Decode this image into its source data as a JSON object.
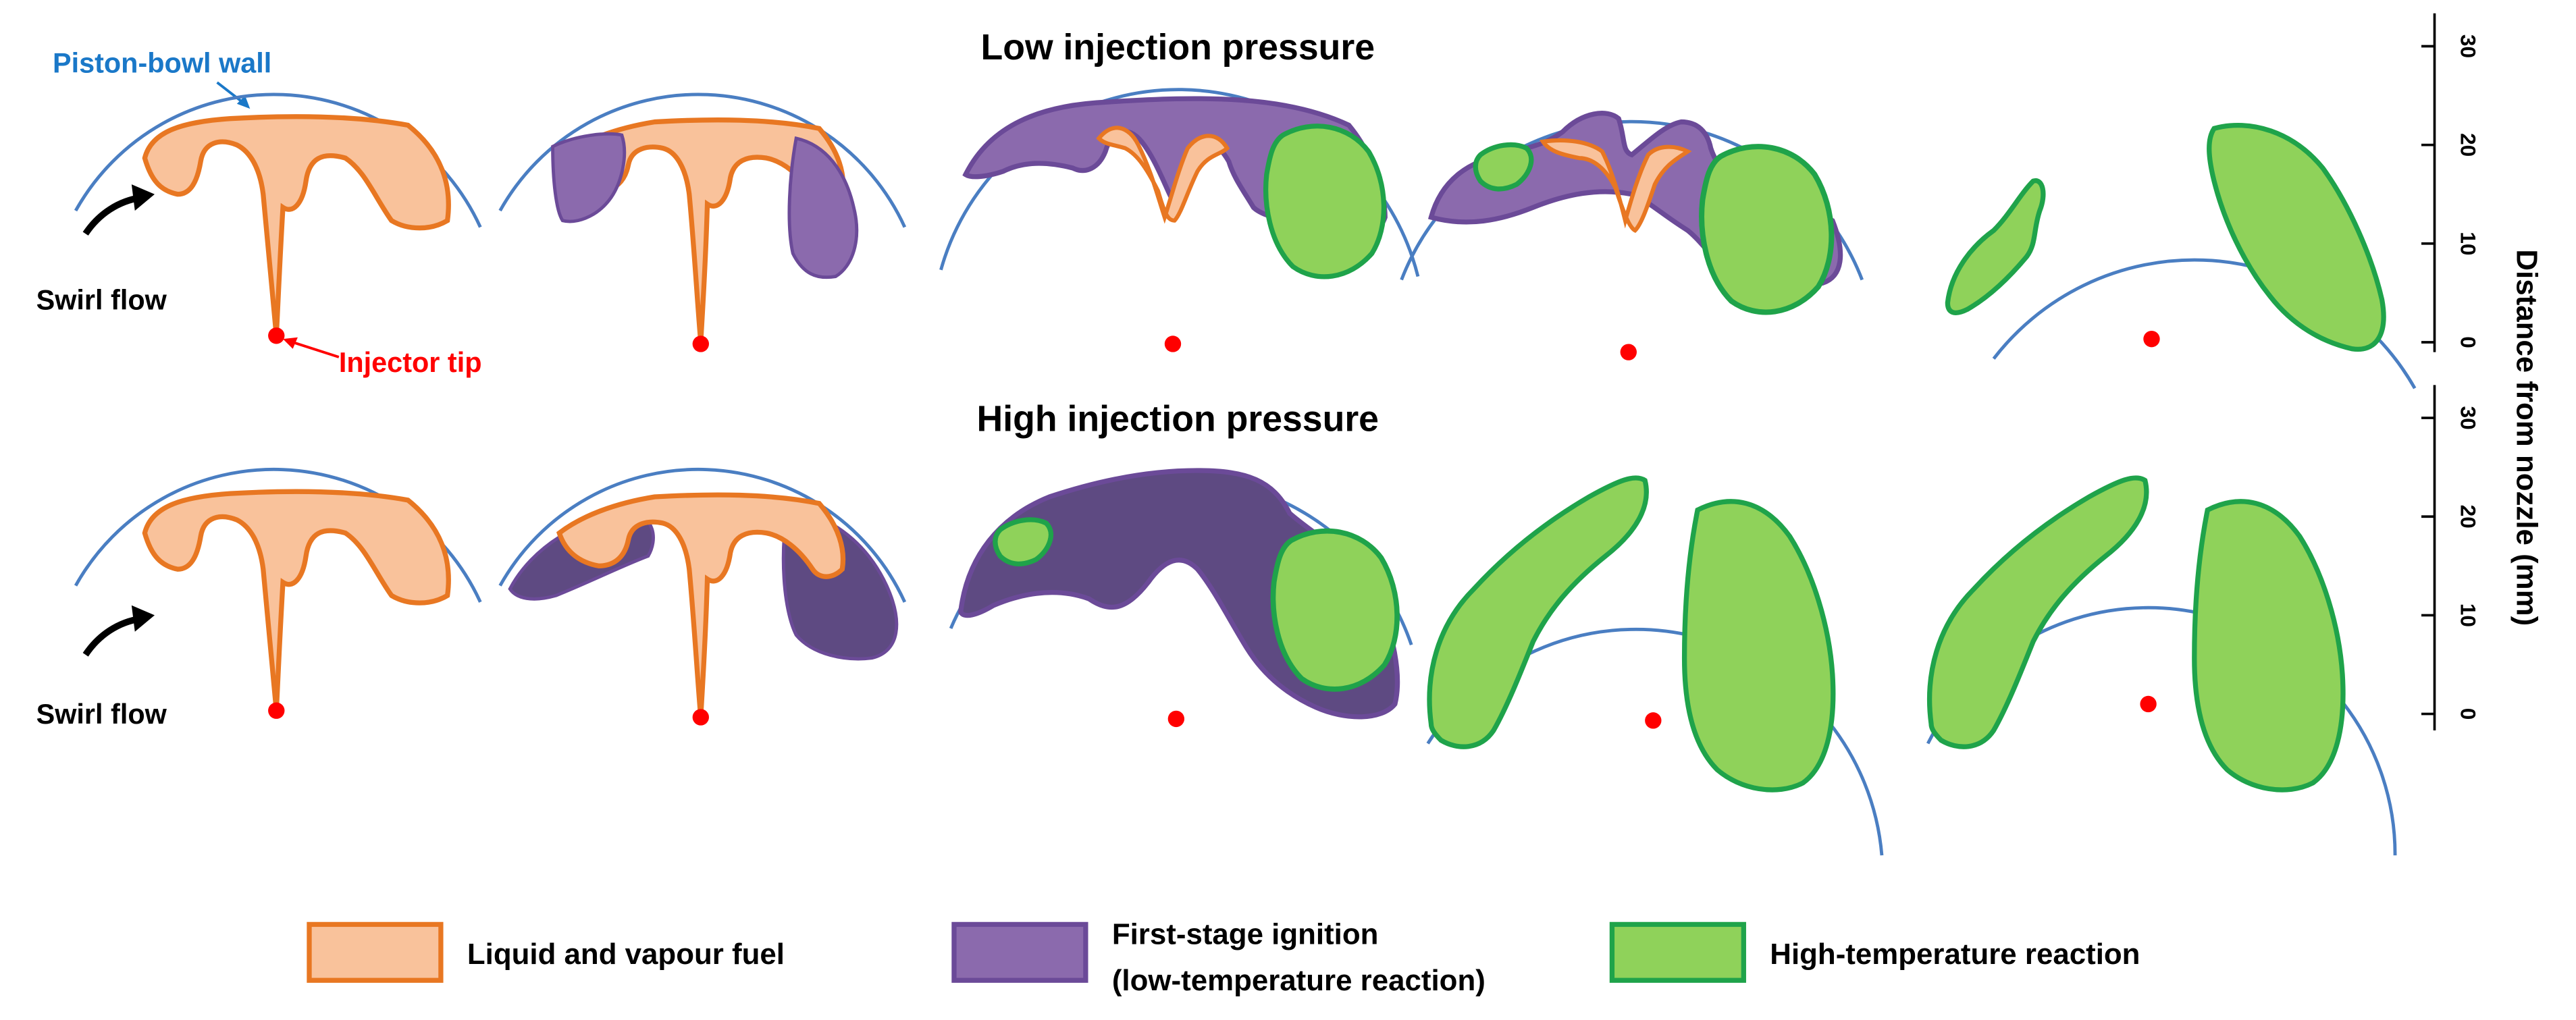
{
  "rows": [
    {
      "title": "Low injection pressure",
      "swirl_label": "Swirl flow"
    },
    {
      "title": "High injection pressure",
      "swirl_label": "Swirl flow"
    }
  ],
  "annotations": {
    "wall": "Piston-bowl wall",
    "injector": "Injector tip"
  },
  "axis": {
    "label": "Distance from nozzle (mm)",
    "ticks": [
      "30",
      "20",
      "10",
      "0"
    ]
  },
  "legend": [
    {
      "label_lines": [
        "Liquid and vapour fuel"
      ],
      "fill": "#f9c29b",
      "stroke": "#e87722"
    },
    {
      "label_lines": [
        "First-stage ignition",
        "(low-temperature reaction)"
      ],
      "fill": "#8b6aad",
      "stroke": "#6b4a98"
    },
    {
      "label_lines": [
        "High-temperature reaction"
      ],
      "fill": "#8fd25a",
      "stroke": "#1fa34a"
    }
  ],
  "colors": {
    "wall": "#4a7ec2",
    "fuel_fill": "#f9c29b",
    "fuel_stroke": "#e87722",
    "low_temp_fill": "#8b6aad",
    "low_temp_fill_dark": "#5e4a82",
    "low_temp_stroke": "#6b4a98",
    "high_temp_fill": "#8fd25a",
    "high_temp_stroke": "#1fa34a",
    "injector": "#ff0000",
    "annotation_wall": "#1a78c8",
    "annotation_injector": "#ff0000"
  }
}
